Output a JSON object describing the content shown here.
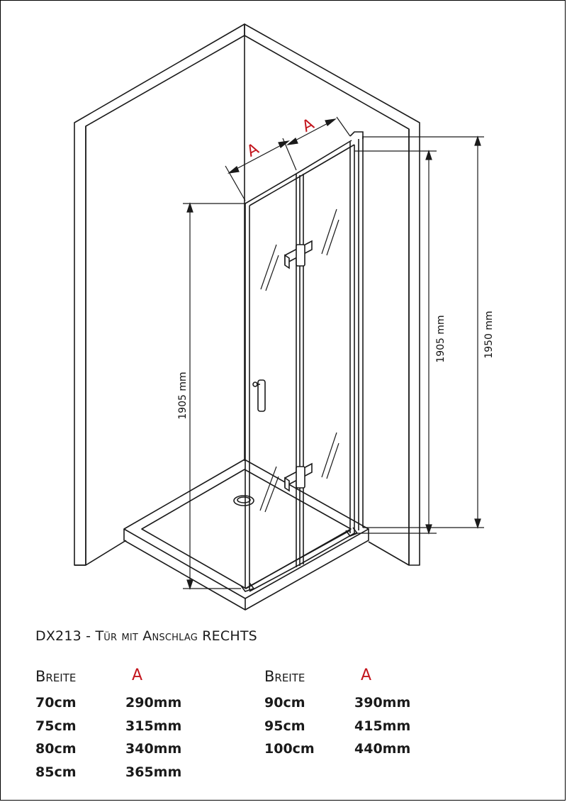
{
  "diagram": {
    "dimension_labels": {
      "a_left": "A",
      "a_right": "A",
      "door_height": "1905 mm",
      "inner_height": "1905 mm",
      "total_height": "1950 mm"
    }
  },
  "title": {
    "model": "DX213",
    "separator": "-",
    "text_smallcaps": "Tür mit Anschlag",
    "text_caps": "RECHTS"
  },
  "table": {
    "header_breite": "Breite",
    "header_a": "A",
    "left_rows": [
      {
        "breite": "70cm",
        "a": "290mm"
      },
      {
        "breite": "75cm",
        "a": "315mm"
      },
      {
        "breite": "80cm",
        "a": "340mm"
      },
      {
        "breite": "85cm",
        "a": "365mm"
      }
    ],
    "right_rows": [
      {
        "breite": "90cm",
        "a": "390mm"
      },
      {
        "breite": "95cm",
        "a": "415mm"
      },
      {
        "breite": "100cm",
        "a": "440mm"
      }
    ]
  },
  "colors": {
    "accent_red": "#c3151d",
    "line": "#1a1a1a"
  }
}
